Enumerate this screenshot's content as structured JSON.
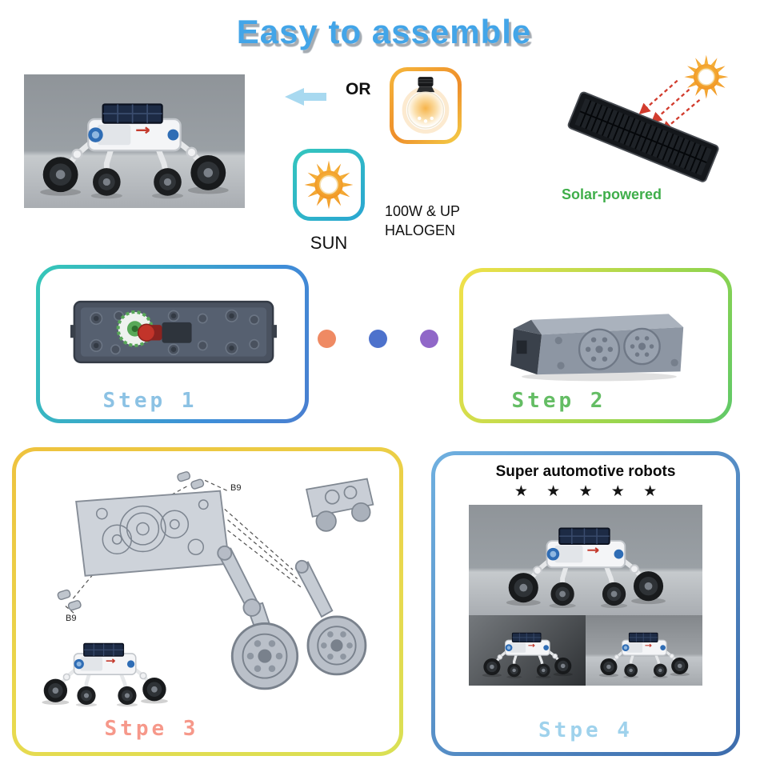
{
  "title": "Easy to assemble",
  "power": {
    "or_label": "OR",
    "sun_label": "SUN",
    "halogen_line1": "100W & UP",
    "halogen_line2": "HALOGEN",
    "solar_label": "Solar-powered"
  },
  "steps": {
    "step1": {
      "label": "Step 1"
    },
    "step2": {
      "label": "Step 2"
    },
    "step3": {
      "label": "Stpe 3"
    },
    "step4": {
      "label": "Stpe 4"
    }
  },
  "step3_annotations": {
    "b9_top": "B9",
    "b9_bottom": "B9"
  },
  "step4_content": {
    "heading": "Super automotive robots",
    "stars": "★ ★ ★ ★ ★"
  },
  "icons": {
    "bulb": "halogen-bulb-icon",
    "sun": "sun-icon",
    "arrow": "arrow-left-icon",
    "solar_panel": "solar-panel-icon"
  },
  "colors": {
    "title_blue": "#43a5e8",
    "step1_label_blue": "#8cc2e4",
    "step2_label_green": "#64bd64",
    "step3_label_coral": "#f6988a",
    "step4_label_blue": "#9fd2ec",
    "solar_green": "#3fae4a",
    "dot_orange": "#ef8a63",
    "dot_blue": "#4d72cc",
    "dot_purple": "#9067c8",
    "bulb_border_orange": "#f0a22e",
    "sun_border_teal": "#2fb8c8"
  }
}
